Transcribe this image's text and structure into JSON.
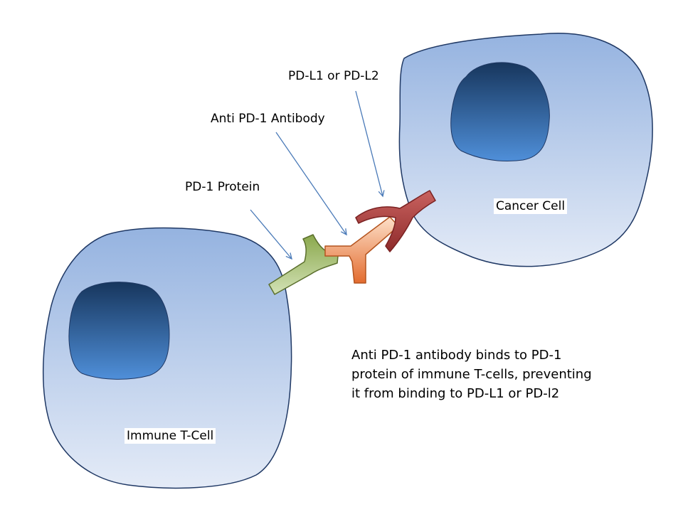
{
  "labels": {
    "pdl": "PD-L1 or PD-L2",
    "antibody": "Anti PD-1 Antibody",
    "pd1": "PD-1 Protein",
    "cancer_cell": "Cancer Cell",
    "t_cell": "Immune T-Cell"
  },
  "description": [
    "Anti PD-1 antibody binds to PD-1",
    "protein of immune T-cells, preventing",
    "it from binding to PD-L1 or PD-l2"
  ],
  "colors": {
    "cell_fill_top": "#95b3e0",
    "cell_fill_bottom": "#e4ebf7",
    "cell_stroke": "#1f3864",
    "nucleus_top": "#17365d",
    "nucleus_bottom": "#4f8fd9",
    "arrow": "#4a7ab8",
    "pd1_protein": "#9bbb59",
    "antibody": "#f4b183",
    "pdl_ligand": "#c0504d"
  }
}
